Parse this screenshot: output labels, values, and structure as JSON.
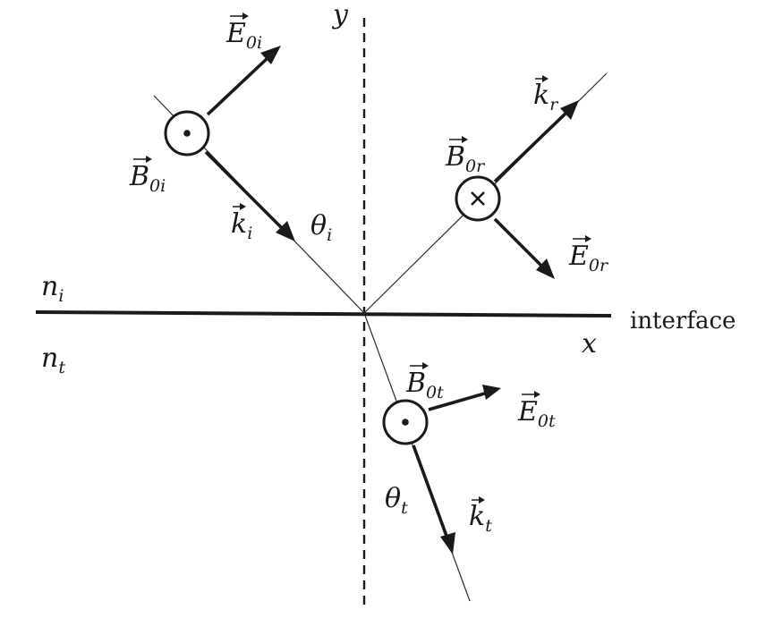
{
  "labels": {
    "y_axis": {
      "base": "y"
    },
    "x_axis": {
      "base": "x"
    },
    "interface": "interface",
    "n_i": {
      "base": "n",
      "sub": "i"
    },
    "n_t": {
      "base": "n",
      "sub": "t"
    },
    "E0i": {
      "base": "E",
      "sub": "0i"
    },
    "B0i": {
      "base": "B",
      "sub": "0i"
    },
    "k_i": {
      "base": "k",
      "sub": "i"
    },
    "theta_i": {
      "base": "θ",
      "sub": "i"
    },
    "k_r": {
      "base": "k",
      "sub": "r"
    },
    "B0r": {
      "base": "B",
      "sub": "0r"
    },
    "E0r": {
      "base": "E",
      "sub": "0r"
    },
    "B0t": {
      "base": "B",
      "sub": "0t"
    },
    "E0t": {
      "base": "E",
      "sub": "0t"
    },
    "theta_t": {
      "base": "θ",
      "sub": "t"
    },
    "k_t": {
      "base": "k",
      "sub": "t"
    }
  },
  "symbols": {
    "B0i": "dot (out of page)",
    "B0r": "cross (into page)",
    "B0t": "dot (out of page)"
  }
}
